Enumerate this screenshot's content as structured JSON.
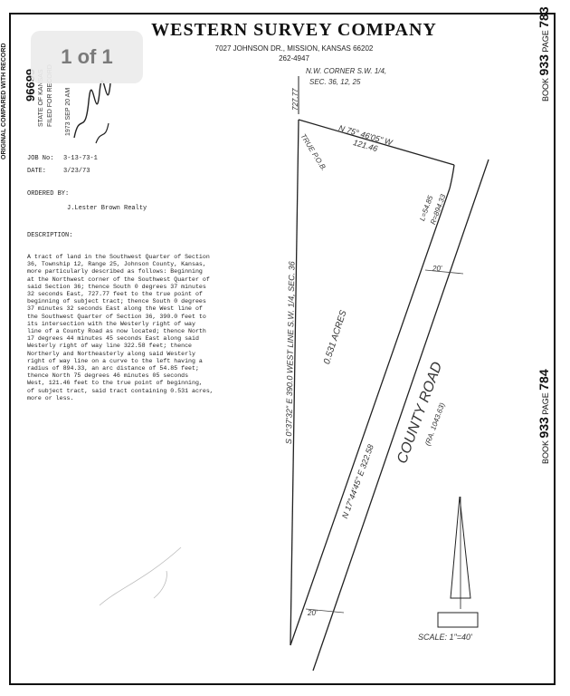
{
  "viewer": {
    "page_counter": "1 of 1"
  },
  "header": {
    "company": "WESTERN SURVEY COMPANY",
    "address": "7027 JOHNSON DR., MISSION, KANSAS 66202",
    "phone": "262-4947"
  },
  "margin": {
    "left_vertical": "ORIGINAL COMPARED WITH RECORD",
    "stamp_number": "96699",
    "stamp_lines": [
      "STATE OF KANSAS",
      "FILED FOR RECORD",
      "1973 SEP 20 AM"
    ],
    "book_top": "933",
    "page_top": "783",
    "book_bottom": "933",
    "page_bottom": "784",
    "book_label": "BOOK",
    "page_label": "PAGE"
  },
  "fields": {
    "job_label": "JOB No:",
    "job_value": "3-13-73-1",
    "date_label": "DATE:",
    "date_value": "3/23/73",
    "ordered_label": "ORDERED BY:",
    "ordered_value": "J.Lester Brown Realty",
    "description_label": "DESCRIPTION:"
  },
  "description": "A tract of land in the Southwest Quarter of Section\n36, Township 12, Range 25, Johnson County, Kansas,\nmore particularly described as follows: Beginning\nat the Northwest corner of the Southwest Quarter of\nsaid Section 36; thence South 0 degrees 37 minutes\n32 seconds East, 727.77 feet to the true point of\nbeginning of subject tract; thence South 0 degrees\n37 minutes 32 seconds East along the West line of\nthe Southwest Quarter of Section 36, 390.0 feet to\nits intersection with the Westerly right of way\nline of a County Road as now located; thence North\n17 degrees 44 minutes 45 seconds East along said\nWesterly right of way line 322.58 feet; thence\nNortherly and Northeasterly along said Westerly\nright of way line on a curve to the left having a\nradius of 894.33, an arc distance of 54.85 feet;\nthence North 75 degrees 46 minutes 05 seconds\nWest, 121.46 feet to the true point of beginning,\nof subject tract, said tract containing 0.531 acres,\nmore or less.",
  "plat": {
    "nw_corner": "N.W. CORNER S.W. 1/4,",
    "nw_corner_sec": "SEC. 36, 12, 25",
    "distance_top": "727.77",
    "true_pob": "TRUE P.O.B.",
    "north_bearing": "N 75° 46'05\" W",
    "north_distance": "121.46",
    "arc": "L=54.85",
    "radius": "R=894.33",
    "west_line": "S 0°37'32\" E  390.0   WEST LINE S.W. 1/4, SEC. 36",
    "acres": "0.531 ACRES",
    "east_bearing": "N 17°44'45\" E  322.58",
    "road": "COUNTY ROAD",
    "road_note": "(RA. 1043.63)",
    "row_top": "20'",
    "row_bottom": "20'",
    "scale": "SCALE: 1\"=40'"
  }
}
